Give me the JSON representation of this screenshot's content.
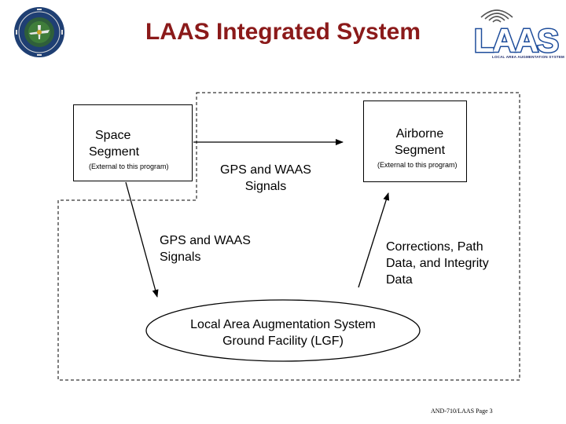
{
  "title": "LAAS Integrated System",
  "logo": {
    "laas_text": "LAAS",
    "laas_tagline": "LOCAL AREA AUGMENTATION SYSTEM"
  },
  "diagram": {
    "space_segment": {
      "title_line1": "Space",
      "title_line2": "Segment",
      "note": "(External to this program)"
    },
    "airborne_segment": {
      "title_line1": "Airborne",
      "title_line2": "Segment",
      "note": "(External to this program)"
    },
    "gps_signals_upper": {
      "line1": "GPS and WAAS",
      "line2": "Signals"
    },
    "gps_signals_lower": {
      "line1": "GPS and WAAS",
      "line2": "Signals"
    },
    "corrections": {
      "line1": "Corrections, Path",
      "line2": "Data, and Integrity",
      "line3": "Data"
    },
    "lgf": {
      "line1": "Local Area Augmentation System",
      "line2": "Ground Facility (LGF)"
    }
  },
  "footer": "AND-710/LAAS  Page 3",
  "colors": {
    "title": "#8b1a1a",
    "logo_blue": "#1e4d9b",
    "seal_blue": "#1f3f73",
    "seal_green": "#3f7d3a"
  }
}
